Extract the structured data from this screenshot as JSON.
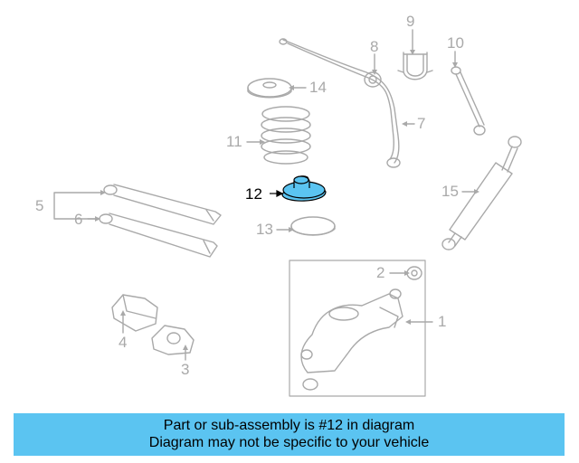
{
  "callouts": {
    "c1": "1",
    "c2": "2",
    "c3": "3",
    "c4": "4",
    "c5": "5",
    "c6": "6",
    "c7": "7",
    "c8": "8",
    "c9": "9",
    "c10": "10",
    "c11": "11",
    "c12": "12",
    "c13": "13",
    "c14": "14",
    "c15": "15"
  },
  "highlight": {
    "part": "12",
    "color": "#5bc4f1"
  },
  "banner": {
    "line1": "Part or sub-assembly is #12 in diagram",
    "line2": "Diagram may not be specific to your vehicle"
  }
}
